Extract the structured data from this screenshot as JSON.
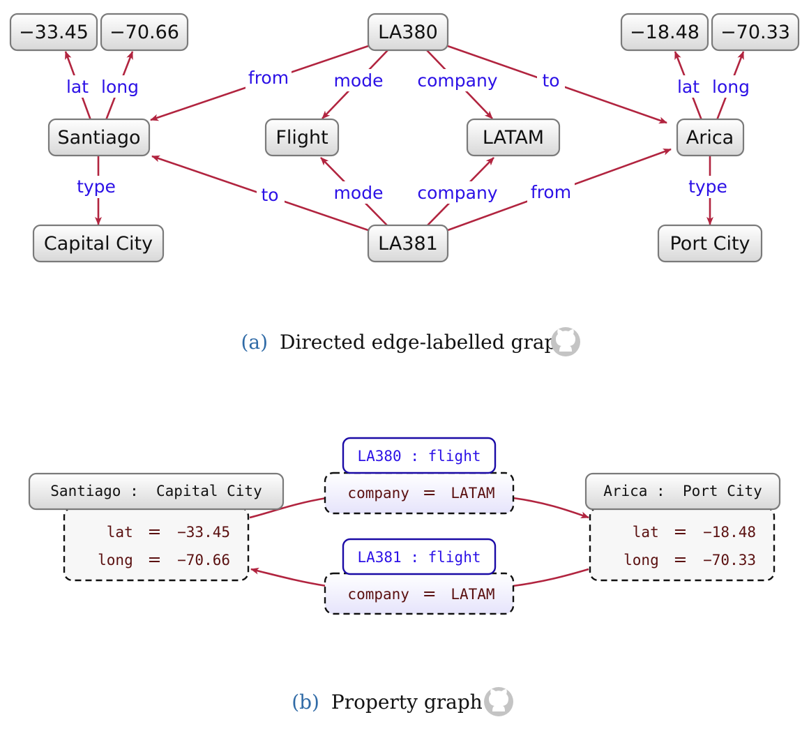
{
  "graph_a": {
    "nodes": {
      "santiago_lat": "−33.45",
      "santiago_long": "−70.66",
      "la380": "LA380",
      "arica_lat": "−18.48",
      "arica_long": "−70.33",
      "santiago": "Santiago",
      "flight": "Flight",
      "latam": "LATAM",
      "arica": "Arica",
      "capital_city": "Capital City",
      "la381": "LA381",
      "port_city": "Port City"
    },
    "edges": {
      "santiago_lat": "lat",
      "santiago_long": "long",
      "la380_from": "from",
      "la380_mode": "mode",
      "la380_company": "company",
      "la380_to": "to",
      "arica_lat": "lat",
      "arica_long": "long",
      "santiago_type": "type",
      "la381_to": "to",
      "la381_mode": "mode",
      "la381_company": "company",
      "la381_from": "from",
      "arica_type": "type"
    },
    "caption_tag": "(a)",
    "caption_text": "Directed edge-labelled graph"
  },
  "graph_b": {
    "santiago": {
      "title": "Santiago :  Capital City",
      "lat_key": "lat",
      "lat_value": "−33.45",
      "long_key": "long",
      "long_value": "−70.66"
    },
    "arica": {
      "title": "Arica :  Port City",
      "lat_key": "lat",
      "lat_value": "−18.48",
      "long_key": "long",
      "long_value": "−70.33"
    },
    "la380": {
      "title": "LA380 : flight",
      "company_key": "company",
      "company_value": "LATAM"
    },
    "la381": {
      "title": "LA381 : flight",
      "company_key": "company",
      "company_value": "LATAM"
    },
    "equals_sign": "=",
    "caption_tag": "(b)",
    "caption_text": "Property graph"
  },
  "colors": {
    "edge": "#b1243f",
    "edge_label": "#2b10e6",
    "caption_tag": "#2f6aa6",
    "property_text": "#5a1010"
  },
  "icons": [
    "github-icon"
  ]
}
